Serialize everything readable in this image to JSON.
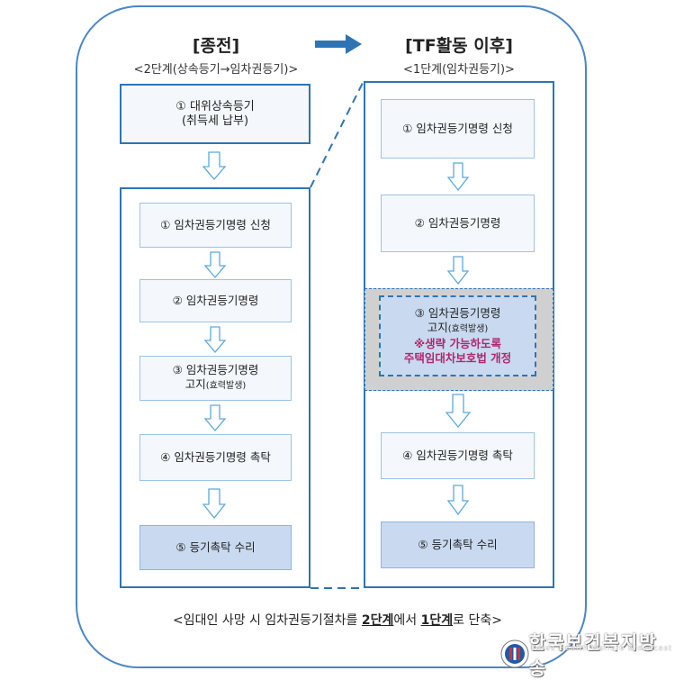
{
  "left": {
    "title": "[종전]",
    "subtitle": "<2단계(상속등기→임차권등기)>",
    "first_step": {
      "line1": "① 대위상속등기",
      "line2": "(취득세 납부)"
    },
    "steps": [
      {
        "label": "① 임차권등기명령 신청"
      },
      {
        "label": "② 임차권등기명령"
      },
      {
        "line1": "③ 임차권등기명령",
        "line2_main": "고지",
        "line2_small": "(효력발생)"
      },
      {
        "label": "④ 임차권등기명령 촉탁"
      },
      {
        "label": "⑤ 등기촉탁 수리"
      }
    ]
  },
  "right": {
    "title": "[TF활동 이후]",
    "subtitle": "<1단계(임차권등기)>",
    "steps": [
      {
        "label": "① 임차권등기명령 신청"
      },
      {
        "label": "② 임차권등기명령"
      },
      {
        "line1": "③ 임차권등기명령",
        "line2_main": "고지",
        "line2_small": "(효력발생)",
        "note1": "※생략 가능하도록",
        "note2": "주택임대차보호법 개정"
      },
      {
        "label": "④ 임차권등기명령 촉탁"
      },
      {
        "label": "⑤ 등기촉탁 수리"
      }
    ]
  },
  "footer": {
    "pre": "<임대인 사망 시 임차권등기절차를 ",
    "bold1": "2단계",
    "mid": "에서 ",
    "bold2": "1단계",
    "post": "로 단축>"
  },
  "logo": {
    "ko": "한국보건복지방송",
    "en": "Korea Health Welfare Broadcast"
  },
  "colors": {
    "border": "#2e74b5",
    "frame": "#4a86c5",
    "highlight": "#b0266d",
    "fill_dark": "#c9daf0"
  }
}
